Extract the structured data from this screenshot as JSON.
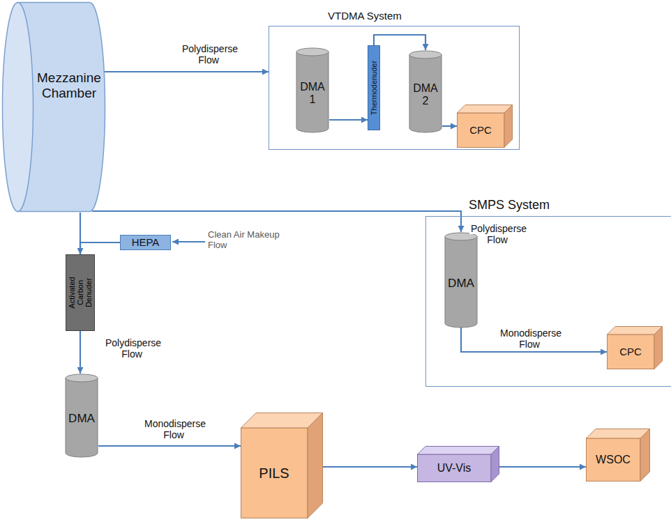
{
  "diagram": {
    "nodes": [
      {
        "text": [
          "Mezzanine Chamber"
        ]
      },
      {
        "text": [
          "VTDMA System"
        ]
      },
      {
        "text": [
          "DMA 1"
        ],
        "in": 1
      },
      {
        "text": [
          "Thermodenuder"
        ],
        "in": 1
      },
      {
        "text": [
          "DMA 2"
        ],
        "in": 1
      },
      {
        "text": [
          "CPC"
        ],
        "in": 1
      },
      {
        "text": [
          "SMPS System"
        ]
      },
      {
        "text": [
          "DMA"
        ],
        "in": 6
      },
      {
        "text": [
          "CPC"
        ],
        "in": 6
      },
      {
        "text": [
          "HEPA"
        ]
      },
      {
        "text": [
          "Activated Carbon Denuder"
        ]
      },
      {
        "text": [
          "DMA"
        ]
      },
      {
        "text": [
          "PILS"
        ]
      },
      {
        "text": [
          "UV-Vis"
        ]
      },
      {
        "text": [
          "WSOC"
        ]
      }
    ],
    "edges": [
      {
        "from": 0,
        "to": 1,
        "arrow": "to",
        "label": "Polydisperse Flow"
      },
      {
        "from": 0,
        "to": 7,
        "arrow": "to",
        "label": "Polydisperse Flow"
      },
      {
        "from": 0,
        "to": 10,
        "arrow": "none"
      },
      {
        "from": 9,
        "to": 10,
        "arrow": "to"
      },
      {
        "from": 10,
        "to": 11,
        "arrow": "to",
        "label": "Polydisperse Flow"
      },
      {
        "from": 11,
        "to": 12,
        "arrow": "to",
        "label": "Monodisperse Flow"
      },
      {
        "from": 12,
        "to": 13,
        "arrow": "to"
      },
      {
        "from": 13,
        "to": 14,
        "arrow": "to"
      },
      {
        "from": 2,
        "to": 3,
        "arrow": "to"
      },
      {
        "from": 3,
        "to": 4,
        "arrow": "to"
      },
      {
        "from": 4,
        "to": 5,
        "arrow": "to"
      },
      {
        "from": 7,
        "to": 8,
        "arrow": "to",
        "label": "Monodisperse Flow"
      }
    ],
    "labels": [
      "Clean Air Makeup Flow"
    ]
  }
}
